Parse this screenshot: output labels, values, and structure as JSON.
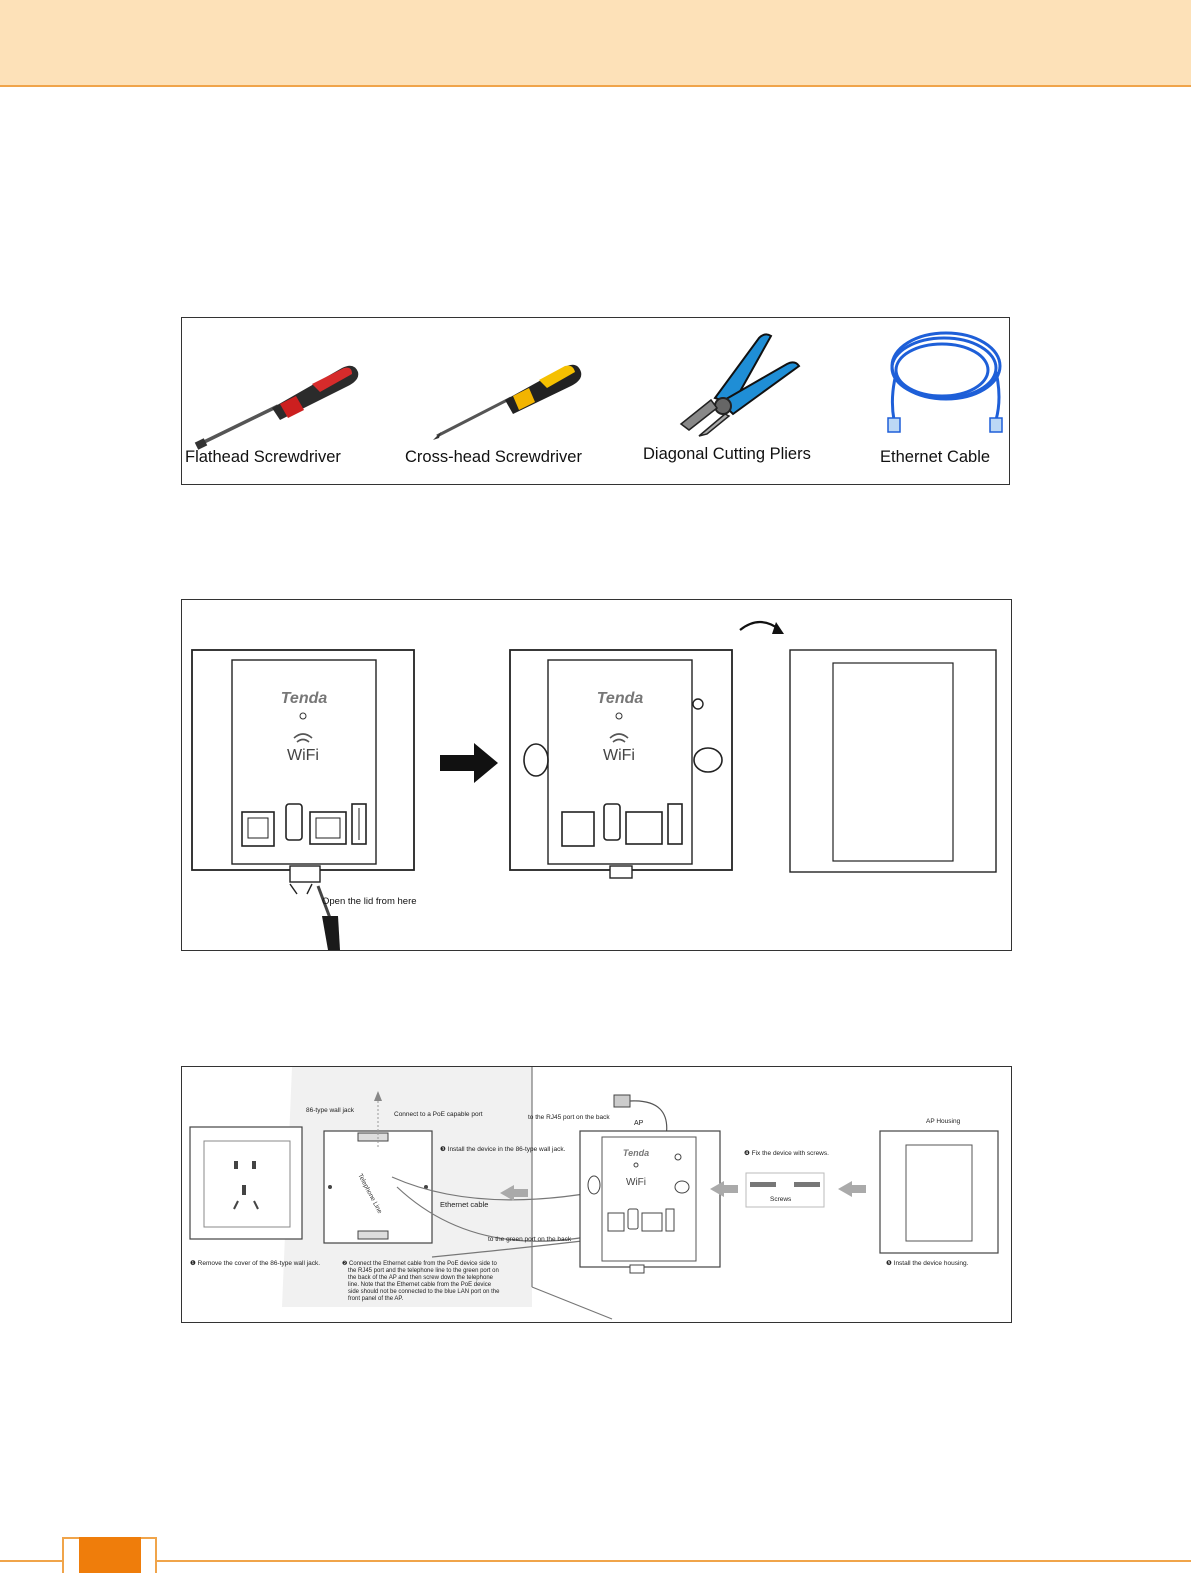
{
  "tools": [
    {
      "label": "Flathead Screwdriver",
      "icon": "flathead-screwdriver-icon"
    },
    {
      "label": "Cross-head Screwdriver",
      "icon": "crosshead-screwdriver-icon"
    },
    {
      "label": "Diagonal Cutting Pliers",
      "icon": "diagonal-pliers-icon"
    },
    {
      "label": "Ethernet Cable",
      "icon": "ethernet-cable-icon"
    }
  ],
  "lid_figure": {
    "brand": "Tenda",
    "wifi_text": "WiFi",
    "open_lid_label": "Open the lid from here"
  },
  "install_figure": {
    "wall_jack_label": "86-type wall jack",
    "poe_label": "Connect to a PoE capable port",
    "rj45_label": "to the RJ45 port on the back",
    "ap_label": "AP",
    "step_install_in_jack": "❸ Install the device in the 86-type wall jack.",
    "telephone_line": "Telephone Line",
    "ethernet_cable": "Ethernet cable",
    "green_port_label": "to the green port on the back",
    "brand": "Tenda",
    "wifi_text": "WiFi",
    "step_fix_screws": "❹ Fix the device with screws.",
    "screws_label": "Screws",
    "housing_label": "AP Housing",
    "step_remove_cover": "❶ Remove the cover of the 86-type wall jack.",
    "step_connect_lines": [
      "❷ Connect the Ethernet cable from the PoE device side to",
      "the RJ45 port and the telephone line to the green port on",
      "the back of the AP and then screw down the telephone",
      "line. Note that the Ethernet cable from the PoE device",
      "side should not be connected to the blue LAN port on the",
      "front panel of the AP."
    ],
    "step_install_housing": "❺ Install the device housing."
  },
  "colors": {
    "header": "#fde1b8",
    "accent": "#f0a44a",
    "page_tab": "#ef7d0b"
  }
}
